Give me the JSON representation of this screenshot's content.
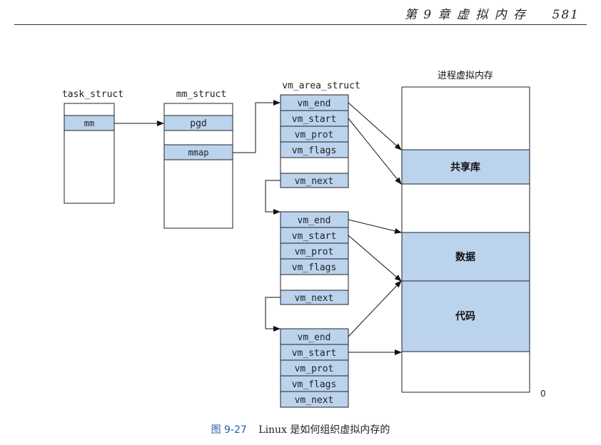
{
  "header": {
    "chapter": "第 9 章   虚 拟 内 存",
    "page_number": "581"
  },
  "figure": {
    "task_struct": {
      "title": "task_struct",
      "field": "mm"
    },
    "mm_struct": {
      "title": "mm_struct",
      "fields": [
        "pgd",
        "mmap"
      ]
    },
    "vm_area_struct": {
      "title": "vm_area_struct",
      "fields": [
        "vm_end",
        "vm_start",
        "vm_prot",
        "vm_flags",
        "vm_next"
      ]
    },
    "process_vm": {
      "title": "进程虚拟内存",
      "regions": [
        "共享库",
        "数据",
        "代码"
      ],
      "zero_label": "0"
    }
  },
  "caption": {
    "number": "图 9-27",
    "text": "Linux 是如何组织虚拟内存的"
  }
}
